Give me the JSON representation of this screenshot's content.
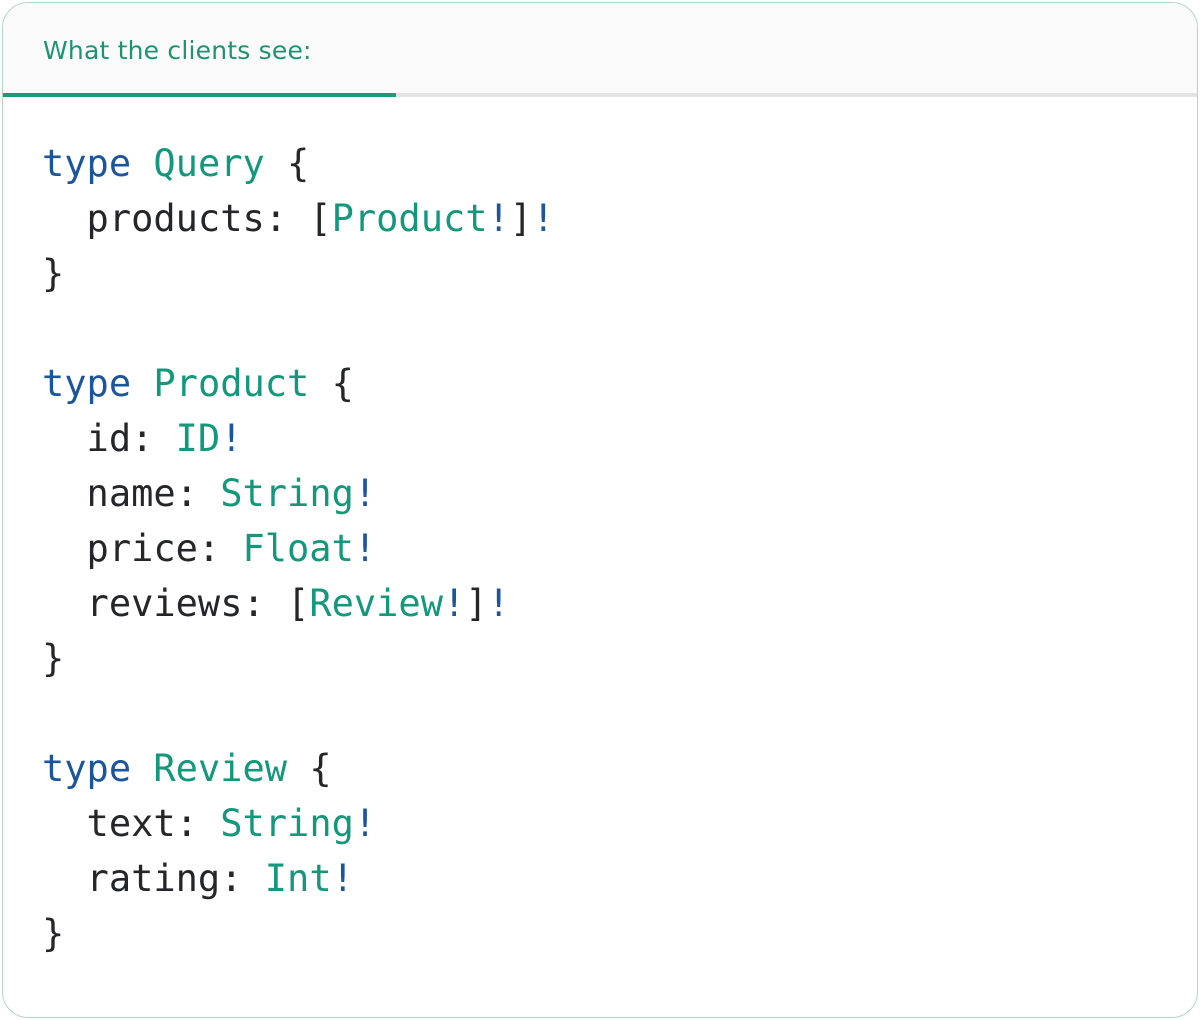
{
  "card": {
    "header": {
      "title": "What the clients see:"
    },
    "colors": {
      "header_bg": "#fafafa",
      "header_text": "#1d9372",
      "tab_underline": "#169c78",
      "divider": "#e4e4e4",
      "card_border": "#b3d7bf",
      "keyword": "#1b559c",
      "typename": "#13987b",
      "plain": "#242629",
      "bang": "#1b559c"
    },
    "code": {
      "language": "graphql",
      "lines": [
        {
          "tokens": [
            {
              "text": "type",
              "style": "keyword"
            },
            {
              "text": " ",
              "style": "plain"
            },
            {
              "text": "Query",
              "style": "typename"
            },
            {
              "text": " {",
              "style": "plain"
            }
          ]
        },
        {
          "tokens": [
            {
              "text": "  products: [",
              "style": "plain"
            },
            {
              "text": "Product",
              "style": "typename"
            },
            {
              "text": "!",
              "style": "bang"
            },
            {
              "text": "]",
              "style": "plain"
            },
            {
              "text": "!",
              "style": "bang"
            }
          ]
        },
        {
          "tokens": [
            {
              "text": "}",
              "style": "plain"
            }
          ]
        },
        {
          "tokens": []
        },
        {
          "tokens": [
            {
              "text": "type",
              "style": "keyword"
            },
            {
              "text": " ",
              "style": "plain"
            },
            {
              "text": "Product",
              "style": "typename"
            },
            {
              "text": " {",
              "style": "plain"
            }
          ]
        },
        {
          "tokens": [
            {
              "text": "  id: ",
              "style": "plain"
            },
            {
              "text": "ID",
              "style": "typename"
            },
            {
              "text": "!",
              "style": "bang"
            }
          ]
        },
        {
          "tokens": [
            {
              "text": "  name: ",
              "style": "plain"
            },
            {
              "text": "String",
              "style": "typename"
            },
            {
              "text": "!",
              "style": "bang"
            }
          ]
        },
        {
          "tokens": [
            {
              "text": "  price: ",
              "style": "plain"
            },
            {
              "text": "Float",
              "style": "typename"
            },
            {
              "text": "!",
              "style": "bang"
            }
          ]
        },
        {
          "tokens": [
            {
              "text": "  reviews: [",
              "style": "plain"
            },
            {
              "text": "Review",
              "style": "typename"
            },
            {
              "text": "!",
              "style": "bang"
            },
            {
              "text": "]",
              "style": "plain"
            },
            {
              "text": "!",
              "style": "bang"
            }
          ]
        },
        {
          "tokens": [
            {
              "text": "}",
              "style": "plain"
            }
          ]
        },
        {
          "tokens": []
        },
        {
          "tokens": [
            {
              "text": "type",
              "style": "keyword"
            },
            {
              "text": " ",
              "style": "plain"
            },
            {
              "text": "Review",
              "style": "typename"
            },
            {
              "text": " {",
              "style": "plain"
            }
          ]
        },
        {
          "tokens": [
            {
              "text": "  text: ",
              "style": "plain"
            },
            {
              "text": "String",
              "style": "typename"
            },
            {
              "text": "!",
              "style": "bang"
            }
          ]
        },
        {
          "tokens": [
            {
              "text": "  rating: ",
              "style": "plain"
            },
            {
              "text": "Int",
              "style": "typename"
            },
            {
              "text": "!",
              "style": "bang"
            }
          ]
        },
        {
          "tokens": [
            {
              "text": "}",
              "style": "plain"
            }
          ]
        }
      ]
    }
  }
}
